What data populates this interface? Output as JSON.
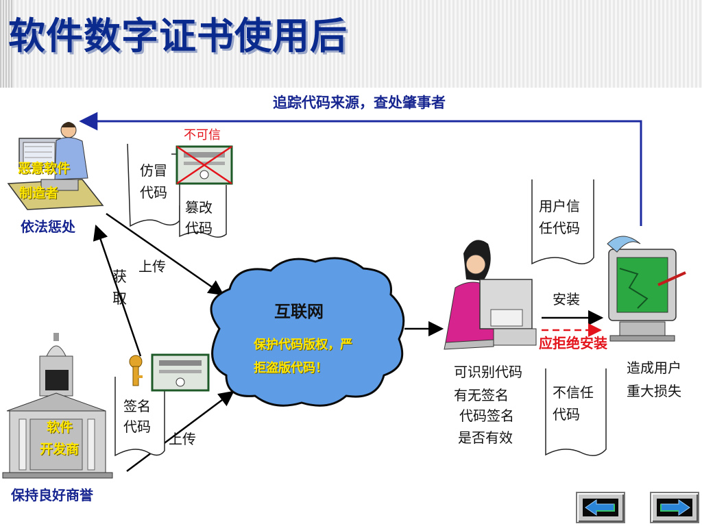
{
  "slide": {
    "title": "软件数字证书使用后"
  },
  "diagram": {
    "top_arrow_label": "追踪代码来源，查处肇事者",
    "offender": {
      "overlay": [
        "恶意软件",
        "制造者"
      ],
      "caption": "依法惩处"
    },
    "fake_doc": {
      "left_lines": [
        "仿冒",
        "代码"
      ],
      "right_lines": [
        "篡改",
        "代码"
      ],
      "untrusted_label": "不可信"
    },
    "upload_top": "上传",
    "obtain": [
      "获",
      "取"
    ],
    "internet": {
      "title": "互联网",
      "body": [
        "保护代码版权，严",
        "拒盗版代码！"
      ]
    },
    "signed_doc": [
      "签名",
      "代码"
    ],
    "upload_bottom": "上传",
    "publisher": {
      "overlay": [
        "软件",
        "开发商"
      ],
      "caption": "保持良好商誉"
    },
    "user": {
      "lines": [
        "可识别代码",
        "有无签名",
        "代码签名",
        "是否有效"
      ]
    },
    "trusted_doc": [
      "用户信",
      "任代码"
    ],
    "install": "安装",
    "refuse_install": "应拒绝安装",
    "untrusted_doc": [
      "不信任",
      "代码"
    ],
    "loss": [
      "造成用户",
      "重大损失"
    ]
  },
  "nav": {
    "prev_icon": "arrow-left-icon",
    "next_icon": "arrow-right-icon"
  }
}
